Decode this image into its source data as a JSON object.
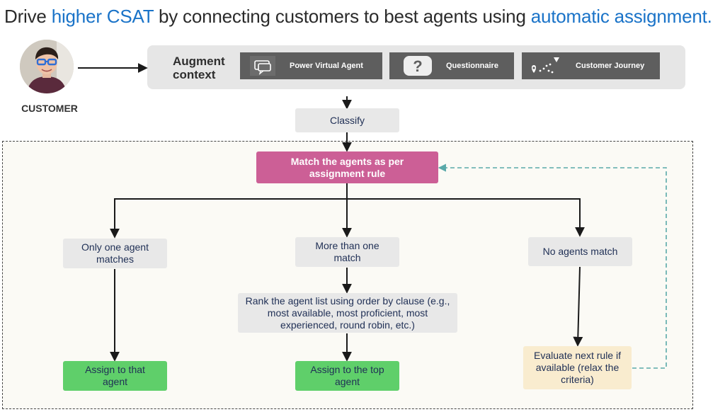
{
  "title": {
    "part1": "Drive ",
    "highlight1": "higher CSAT",
    "part2": " by connecting customers to best agents using ",
    "highlight2": "automatic assignment."
  },
  "customer": {
    "label": "CUSTOMER"
  },
  "context": {
    "label": "Augment context",
    "tiles": [
      {
        "label": "Power Virtual Agent",
        "icon": "chat-bubble-icon"
      },
      {
        "label": "Questionnaire",
        "icon": "question-mark-icon"
      },
      {
        "label": "Customer Journey",
        "icon": "journey-path-icon"
      }
    ]
  },
  "nodes": {
    "classify": "Classify",
    "match": "Match the agents as per assignment rule",
    "one_match": "Only one agent matches",
    "more_match": "More than one match",
    "no_match": "No agents match",
    "rank": "Rank the agent list using order by clause (e.g., most available, most proficient, most experienced, round robin, etc.)",
    "assign_that": "Assign to that agent",
    "assign_top": "Assign to the top agent",
    "evaluate": "Evaluate next rule if available (relax the criteria)"
  },
  "colors": {
    "accent": "#1a73c8",
    "match_node": "#cc5f96",
    "assign_node": "#5fcf6a",
    "evaluate_node": "#f9eccf",
    "loop_arrow": "#5aa9a9"
  }
}
